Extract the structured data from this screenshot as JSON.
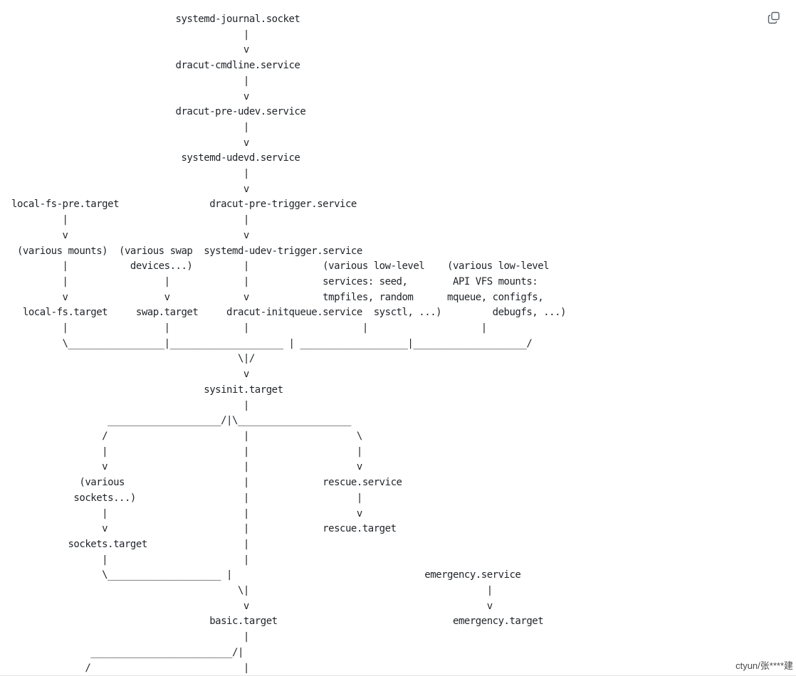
{
  "diagram": {
    "lines": [
      "                             systemd-journal.socket",
      "                                         |",
      "                                         v",
      "                             dracut-cmdline.service",
      "                                         |",
      "                                         v",
      "                             dracut-pre-udev.service",
      "                                         |",
      "                                         v",
      "                              systemd-udevd.service",
      "                                         |",
      "                                         v",
      "local-fs-pre.target                dracut-pre-trigger.service",
      "         |                               |",
      "         v                               v",
      " (various mounts)  (various swap  systemd-udev-trigger.service",
      "         |           devices...)         |             (various low-level    (various low-level",
      "         |                 |             |             services: seed,        API VFS mounts:",
      "         v                 v             v             tmpfiles, random      mqueue, configfs,",
      "  local-fs.target     swap.target     dracut-initqueue.service  sysctl, ...)         debugfs, ...)",
      "         |                 |             |                    |                    |",
      "         \\_________________|____________________ | ___________________|____________________/",
      "                                        \\|/",
      "                                         v",
      "                                  sysinit.target",
      "                                         |",
      "                 ____________________/|\\____________________",
      "                /                        |                   \\",
      "                |                        |                   |",
      "                v                        |                   v",
      "            (various                     |             rescue.service",
      "           sockets...)                   |                   |",
      "                |                        |                   v",
      "                v                        |             rescue.target",
      "          sockets.target                 |",
      "                |                        |",
      "                \\____________________ |                                  emergency.service",
      "                                        \\|                                          |",
      "                                         v                                          v",
      "                                   basic.target                               emergency.target",
      "                                         |",
      "              _________________________/|",
      "             /                           |"
    ]
  },
  "toolbar": {
    "copy_icon": "copy-icon"
  },
  "footer": {
    "credit": "ctyun/张****建"
  },
  "colors": {
    "text": "#1f2328",
    "icon": "#57606a",
    "background": "#ffffff"
  }
}
